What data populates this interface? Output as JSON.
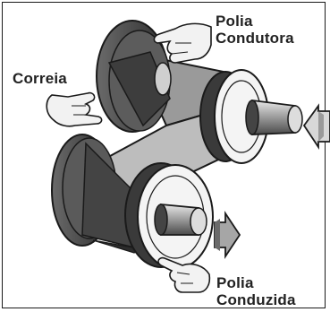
{
  "labels": {
    "driver_pulley": {
      "line1": "Polia",
      "line2": "Condutora"
    },
    "belt": "Correia",
    "driven_pulley": {
      "line1": "Polia",
      "line2": "Conduzida"
    }
  },
  "colors": {
    "outline": "#1a1a1a",
    "dark_fill": "#555555",
    "mid_fill": "#9a9a9a",
    "light_fill": "#d9d9d9",
    "background": "#ffffff"
  },
  "icons": [
    "pointing-hand-icon",
    "arrow-icon"
  ]
}
